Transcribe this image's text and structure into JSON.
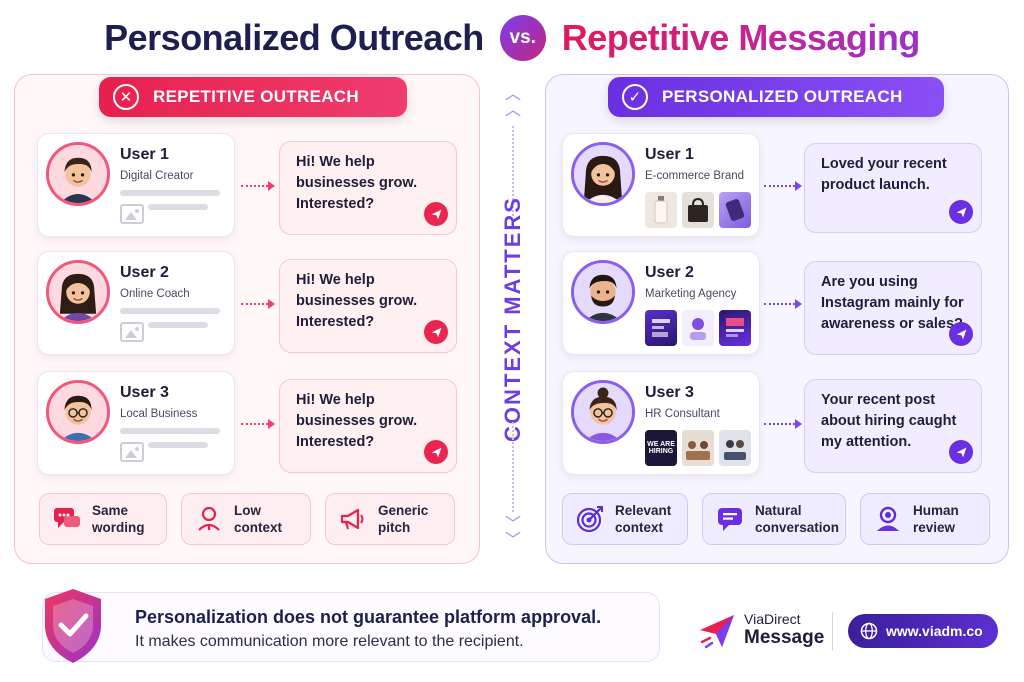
{
  "title": {
    "left": "Personalized Outreach",
    "vs": "vs.",
    "right": "Repetitive Messaging"
  },
  "left_panel": {
    "header": "REPETITIVE OUTREACH",
    "header_icon": "x-circle-icon",
    "rows": [
      {
        "name": "User 1",
        "role": "Digital Creator",
        "message": "Hi! We help businesses grow. Interested?"
      },
      {
        "name": "User 2",
        "role": "Online Coach",
        "message": "Hi! We help businesses grow. Interested?"
      },
      {
        "name": "User 3",
        "role": "Local Business",
        "message": "Hi! We help businesses grow. Interested?"
      }
    ],
    "features": [
      {
        "label_1": "Same",
        "label_2": "wording",
        "icon": "chat-bubbles-icon"
      },
      {
        "label_1": "Low",
        "label_2": "context",
        "icon": "user-pin-icon"
      },
      {
        "label_1": "Generic",
        "label_2": "pitch",
        "icon": "megaphone-icon"
      }
    ]
  },
  "right_panel": {
    "header": "PERSONALIZED OUTREACH",
    "header_icon": "check-circle-icon",
    "rows": [
      {
        "name": "User 1",
        "role": "E-commerce Brand",
        "message": "Loved your recent product launch."
      },
      {
        "name": "User 2",
        "role": "Marketing Agency",
        "message": "Are you using Instagram mainly for awareness or sales?"
      },
      {
        "name": "User 3",
        "role": "HR Consultant",
        "message": "Your recent post about hiring caught my attention.",
        "thumb_text": "WE ARE HIRING"
      }
    ],
    "features": [
      {
        "label_1": "Relevant",
        "label_2": "context",
        "icon": "target-icon"
      },
      {
        "label_1": "Natural",
        "label_2": "conversation",
        "icon": "message-icon"
      },
      {
        "label_1": "Human",
        "label_2": "review",
        "icon": "person-icon"
      }
    ]
  },
  "center_label": "CONTEXT MATTERS",
  "note": {
    "line1": "Personalization does not guarantee platform approval.",
    "line2": "It makes communication more relevant to the recipient."
  },
  "brand": {
    "top": "ViaDirect",
    "bottom": "Message",
    "website": "www.viadm.co"
  },
  "colors": {
    "red_accent": "#ea2650",
    "purple_accent": "#6a2fe0",
    "navy_text": "#1d1f4f"
  }
}
